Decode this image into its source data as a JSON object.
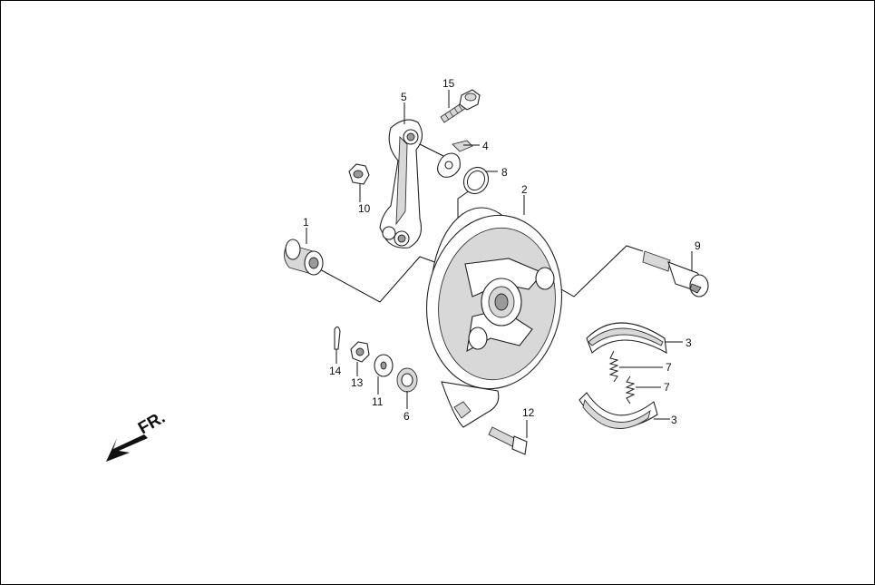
{
  "diagram": {
    "direction_label": "FR.",
    "callouts": {
      "c1": "1",
      "c2": "2",
      "c3a": "3",
      "c3b": "3",
      "c4": "4",
      "c5": "5",
      "c6": "6",
      "c7a": "7",
      "c7b": "7",
      "c8": "8",
      "c9": "9",
      "c10": "10",
      "c11": "11",
      "c12": "12",
      "c13": "13",
      "c14": "14",
      "c15": "15"
    }
  }
}
